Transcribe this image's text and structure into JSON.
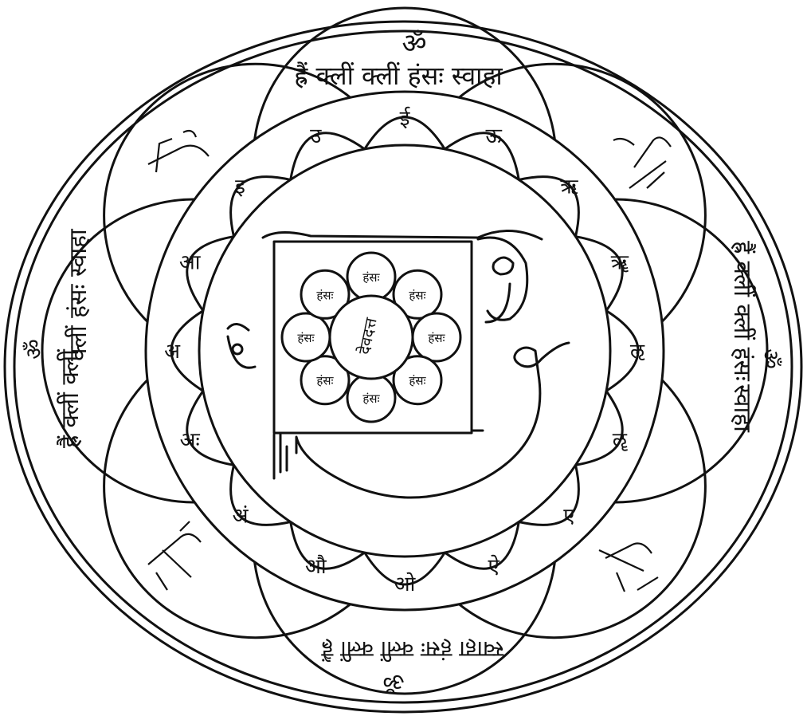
{
  "palette": {
    "ink": "#111111",
    "paper": "#ffffff"
  },
  "outer_ring": {
    "top_mantra": "ह्रैं क्लीं क्लीं हंसः स्वाहा",
    "top_om": "ॐ",
    "right_mantra_1": "ह्रैं क्लीं क्लीं हंसः",
    "right_mantra_2": "स्वाहा",
    "right_om": "ॐ",
    "left_mantra_1": "क्लीं हंसः स्वाहा",
    "left_mantra_2": "ह्रैं क्लीं क्लीं",
    "left_om": "ॐ",
    "bottom_mantra": "स्वाहा हंसः क्लीं क्लीं ह्रैं",
    "bottom_om": "ॐ"
  },
  "petal_syllables": [
    "ई",
    "ऊ",
    "ऋ",
    "ॠ",
    "ऌ",
    "ॡ",
    "ए",
    "ऐ",
    "ओ",
    "औ",
    "अं",
    "अः",
    "अ",
    "आ",
    "इ",
    "उ"
  ],
  "center": {
    "core_text": "देवदत्त",
    "ring_text": [
      "हंसः",
      "हंसः",
      "हंसः",
      "हंसः",
      "हंसः",
      "हंसः",
      "हंसः",
      "हंसः"
    ]
  }
}
